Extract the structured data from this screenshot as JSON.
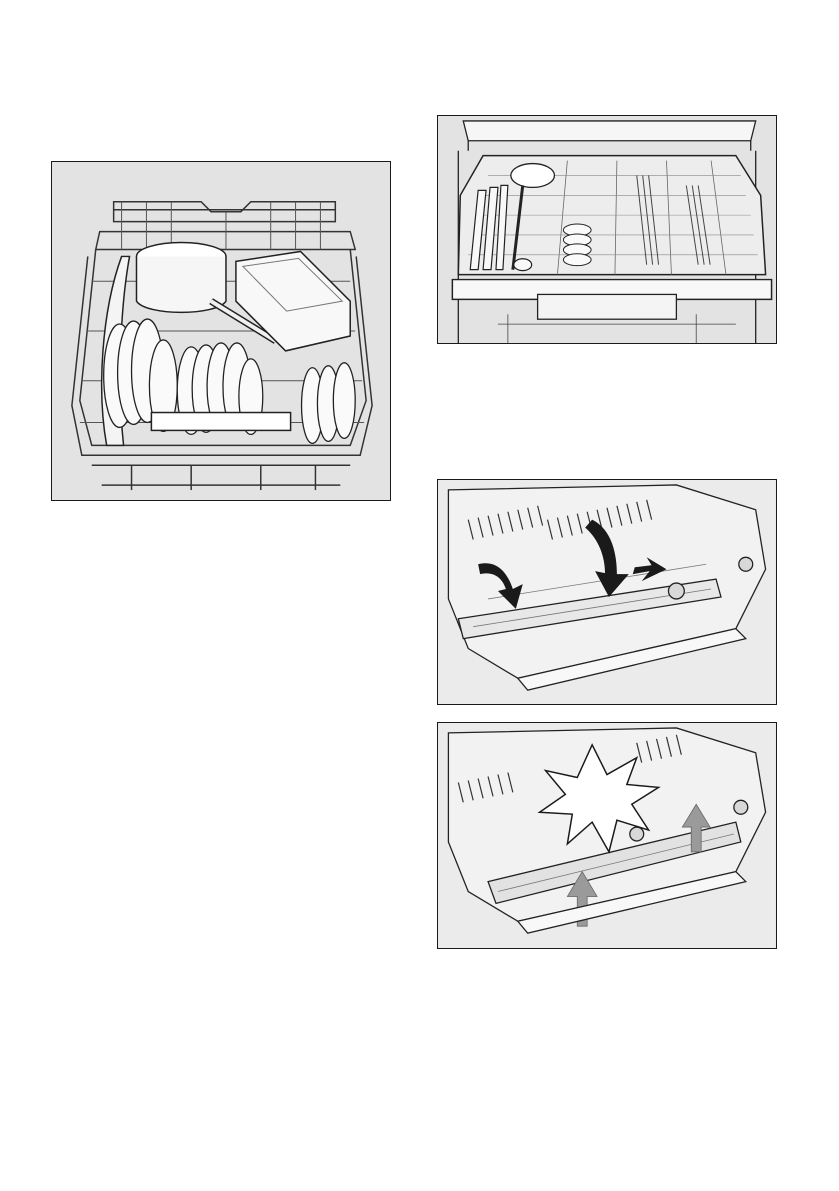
{
  "page": {
    "background": "#ffffff",
    "figure_background": "#e3e3e3",
    "line_color": "#1a1a1a"
  },
  "figures": [
    {
      "name": "lower-basket-illustration",
      "icon": "dish-basket-icon"
    },
    {
      "name": "cutlery-drawer-illustration",
      "icon": "cutlery-drawer-icon"
    },
    {
      "name": "tray-fold-down-illustration",
      "icon": "arrow-down-icon"
    },
    {
      "name": "tray-lift-up-illustration",
      "icon": "arrow-up-icon"
    }
  ]
}
